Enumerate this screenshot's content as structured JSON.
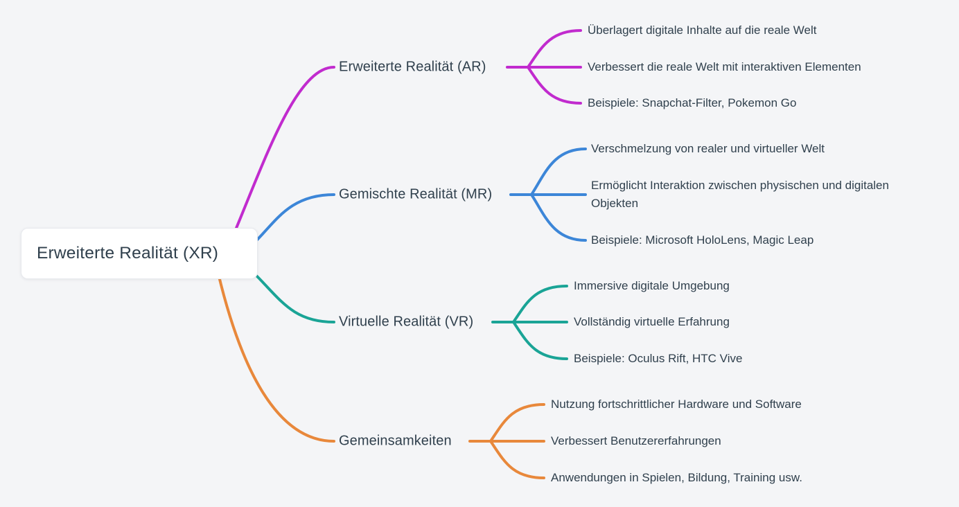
{
  "background": "#f4f5f7",
  "text_color": "#30404d",
  "root": {
    "label": "Erweiterte Realität (XR)"
  },
  "branches": [
    {
      "label": "Erweiterte Realität (AR)",
      "color": "#c12bce",
      "children": [
        "Überlagert digitale Inhalte auf die reale Welt",
        "Verbessert die reale Welt mit interaktiven Elementen",
        "Beispiele: Snapchat-Filter, Pokemon Go"
      ]
    },
    {
      "label": "Gemischte Realität (MR)",
      "color": "#3c86d8",
      "children": [
        "Verschmelzung von realer und virtueller Welt",
        "Ermöglicht Interaktion zwischen physischen und digitalen Objekten",
        "Beispiele: Microsoft HoloLens, Magic Leap"
      ]
    },
    {
      "label": "Virtuelle Realität (VR)",
      "color": "#1aa496",
      "children": [
        "Immersive digitale Umgebung",
        "Vollständig virtuelle Erfahrung",
        "Beispiele: Oculus Rift, HTC Vive"
      ]
    },
    {
      "label": "Gemeinsamkeiten",
      "color": "#e8883b",
      "children": [
        "Nutzung fortschrittlicher Hardware und Software",
        "Verbessert Benutzererfahrungen",
        "Anwendungen in Spielen, Bildung, Training usw."
      ]
    }
  ]
}
